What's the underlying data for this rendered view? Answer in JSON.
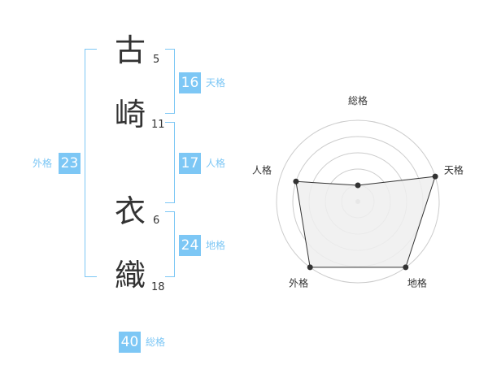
{
  "name_chars": [
    {
      "char": "古",
      "strokes": "5"
    },
    {
      "char": "崎",
      "strokes": "11"
    },
    {
      "char": "衣",
      "strokes": "6"
    },
    {
      "char": "織",
      "strokes": "18"
    }
  ],
  "kaku": {
    "tenkaku": {
      "value": "16",
      "label": "天格"
    },
    "jinkaku": {
      "value": "17",
      "label": "人格"
    },
    "chikaku": {
      "value": "24",
      "label": "地格"
    },
    "gaikaku": {
      "value": "23",
      "label": "外格"
    },
    "soukaku": {
      "value": "40",
      "label": "総格"
    }
  },
  "colors": {
    "accent": "#7dc7f5",
    "text": "#333333",
    "radar_fill": "#eeeeee",
    "ring": "#cccccc"
  },
  "chart_data": {
    "type": "radar",
    "categories": [
      "総格",
      "天格",
      "地格",
      "外格",
      "人格"
    ],
    "values": [
      1,
      5,
      5,
      5,
      4
    ],
    "range": [
      0,
      5
    ]
  }
}
